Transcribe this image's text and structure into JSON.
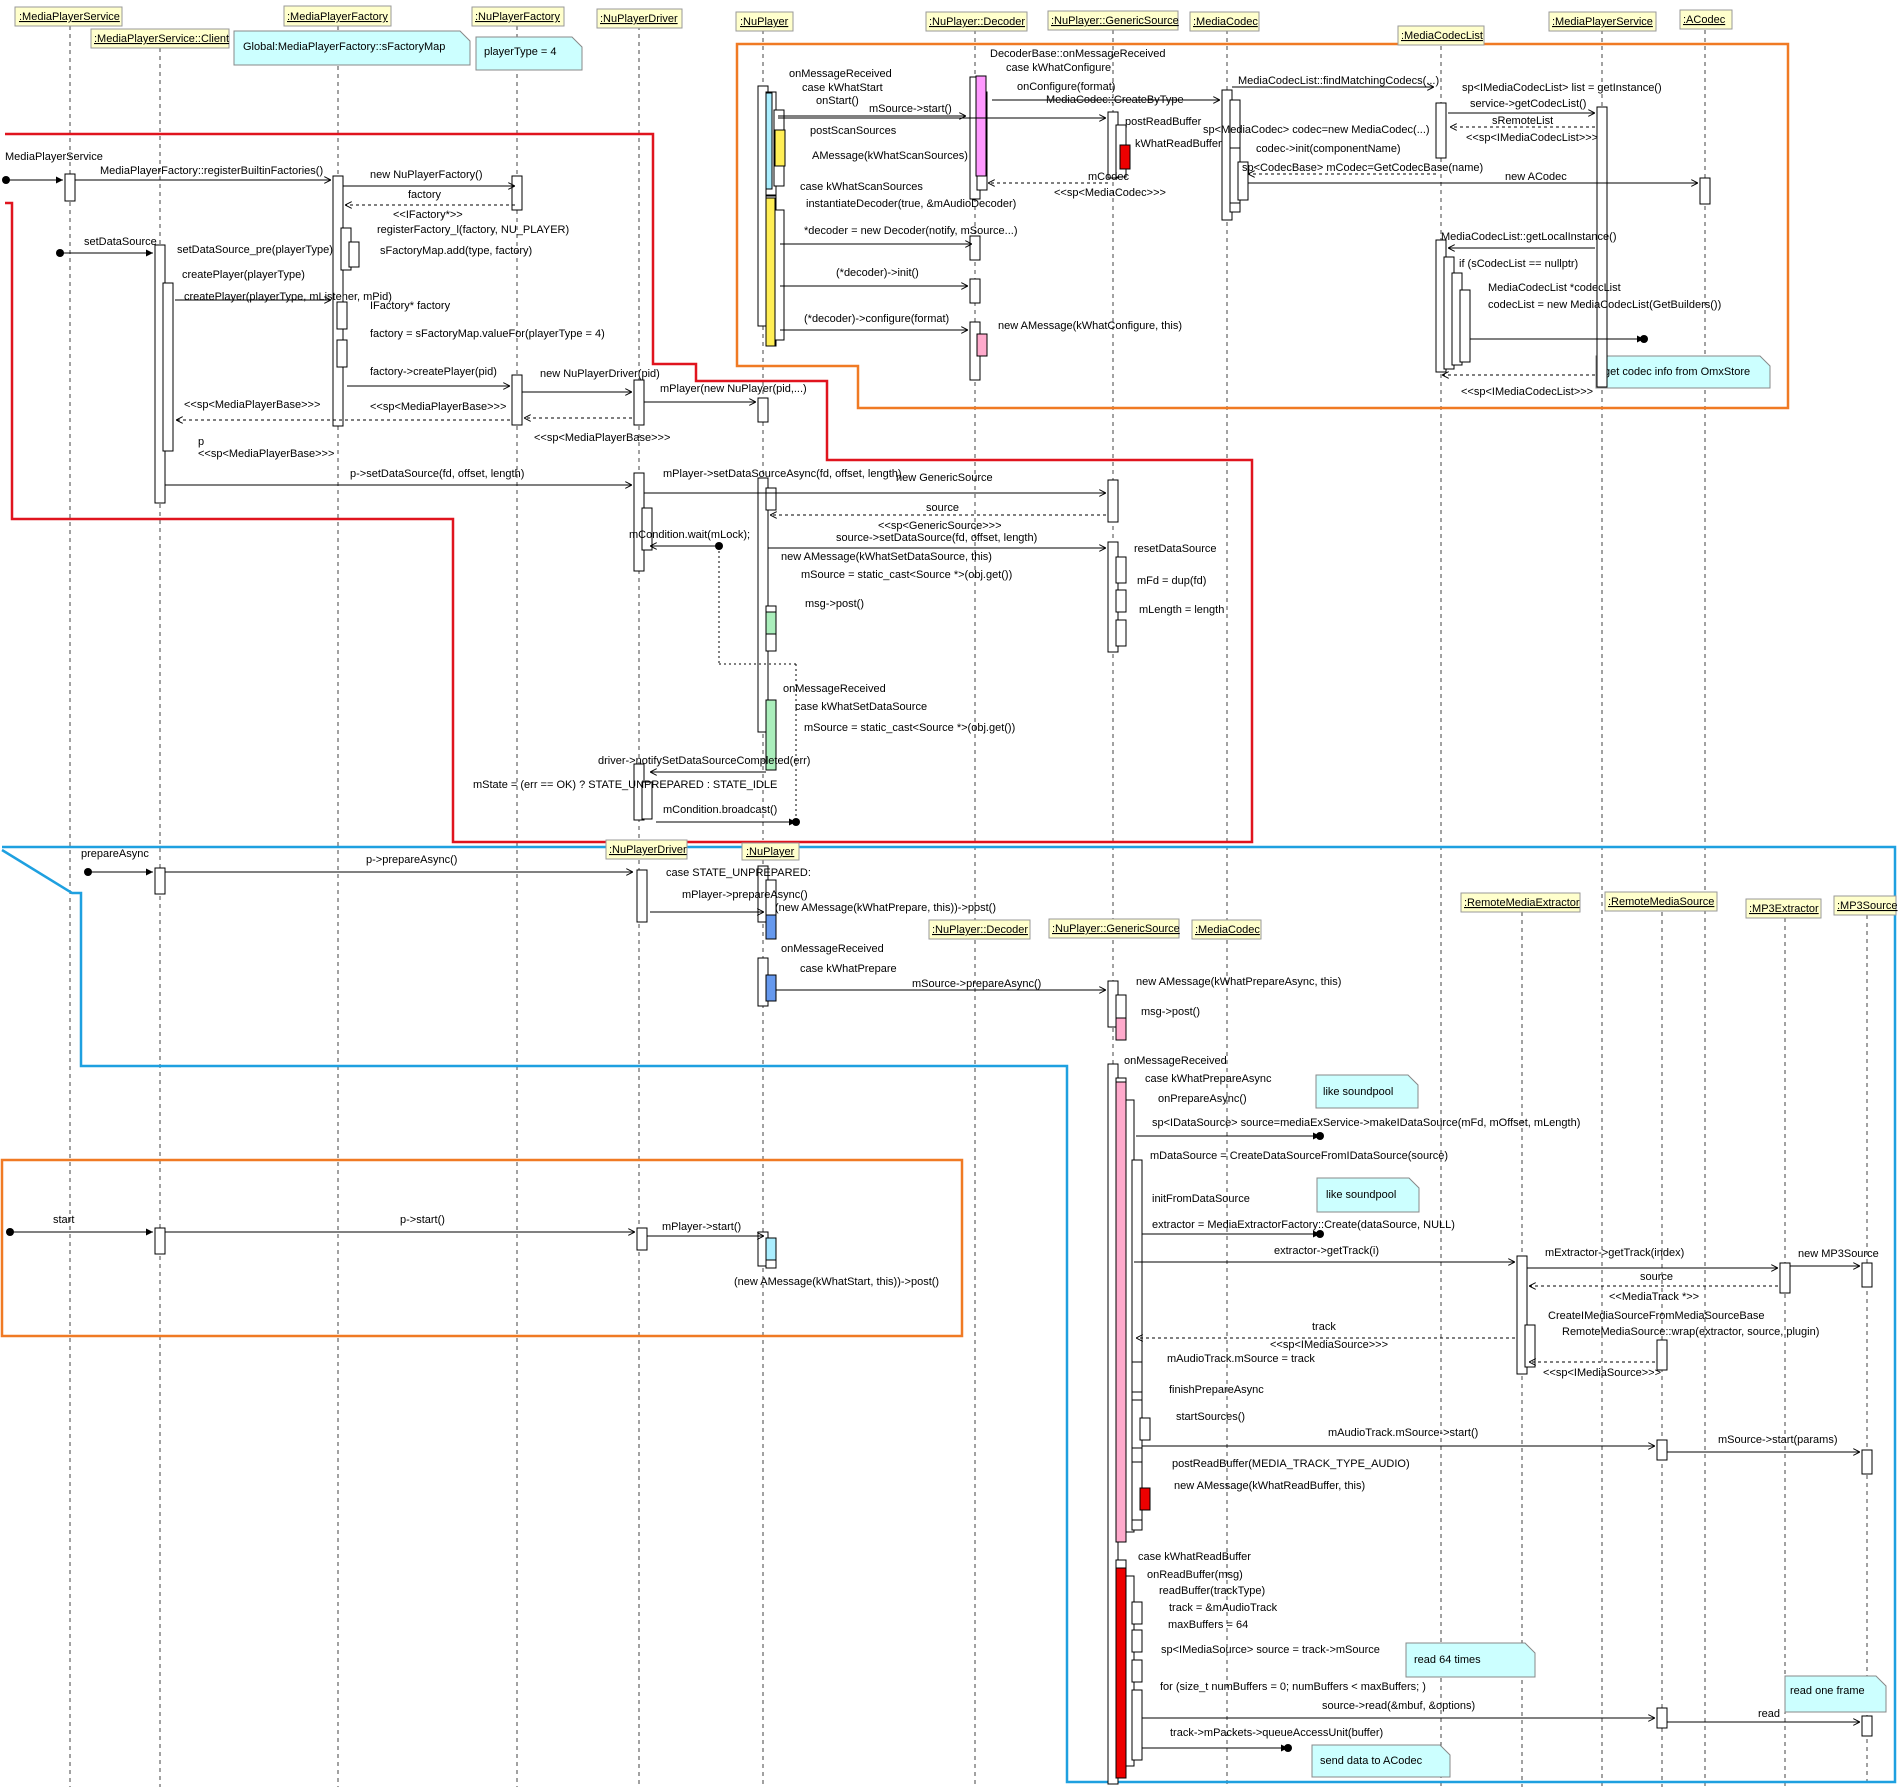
{
  "participants": [
    {
      "label": ":MediaPlayerService"
    },
    {
      "label": ":MediaPlayerService::Client"
    },
    {
      "label": ":MediaPlayerFactory"
    },
    {
      "label": ":NuPlayerFactory"
    },
    {
      "label": ":NuPlayerDriver"
    },
    {
      "label": ":NuPlayer"
    },
    {
      "label": ":NuPlayer::Decoder"
    },
    {
      "label": ":NuPlayer::GenericSource"
    },
    {
      "label": ":MediaCodec"
    },
    {
      "label": ":MediaCodecList"
    },
    {
      "label": ":MediaPlayerService"
    },
    {
      "label": ":ACodec"
    },
    {
      "label": ":NuPlayerDriver"
    },
    {
      "label": ":NuPlayer"
    },
    {
      "label": ":NuPlayer::Decoder"
    },
    {
      "label": ":NuPlayer::GenericSource"
    },
    {
      "label": ":MediaCodec"
    },
    {
      "label": ":RemoteMediaExtractor"
    },
    {
      "label": ":RemoteMediaSource"
    },
    {
      "label": ":MP3Extractor"
    },
    {
      "label": ":MP3Source"
    }
  ],
  "notes": [
    {
      "text": "Global:MediaPlayerFactory::sFactoryMap"
    },
    {
      "text": "playerType = 4"
    },
    {
      "text": "get codec info from OmxStore"
    },
    {
      "text": "like soundpool"
    },
    {
      "text": "like soundpool"
    },
    {
      "text": "read 64 times"
    },
    {
      "text": "read one frame"
    },
    {
      "text": "send data to ACodec"
    }
  ],
  "labels": [
    "MediaPlayerService",
    "MediaPlayerFactory::registerBuiltinFactories()",
    "new NuPlayerFactory()",
    "factory",
    "<<IFactory*>>",
    "registerFactory_l(factory, NU_PLAYER)",
    "sFactoryMap.add(type, factory)",
    "setDataSource",
    "setDataSource_pre(playerType)",
    "createPlayer(playerType)",
    "createPlayer(playerType, mListener, mPid)",
    "IFactory* factory",
    "factory = sFactoryMap.valueFor(playerType = 4)",
    "factory->createPlayer(pid)",
    "new NuPlayerDriver(pid)",
    "mPlayer(new NuPlayer(pid,...)",
    "<<sp<MediaPlayerBase>>>",
    "<<sp<MediaPlayerBase>>>",
    "<<sp<MediaPlayerBase>>>",
    "p",
    "<<sp<MediaPlayerBase>>>",
    "p->setDataSource(fd, offset, length)",
    "mPlayer->setDataSourceAsync(fd, offset, length)",
    "new GenericSource",
    "source",
    "<<sp<GenericSource>>>",
    "source->setDataSource(fd, offset, length)",
    "mCondition.wait(mLock);",
    "resetDataSource",
    "new AMessage(kWhatSetDataSource, this)",
    "mSource = static_cast<Source *>(obj.get())",
    "mFd = dup(fd)",
    "msg->post()",
    "mLength = length",
    "onMessageReceived",
    "case kWhatSetDataSource",
    "mSource = static_cast<Source *>(obj.get())",
    "driver->notifySetDataSourceCompleted(err)",
    "mState = (err == OK) ? STATE_UNPREPARED : STATE_IDLE",
    "mCondition.broadcast()",
    "onMessageReceived",
    "case kWhatStart",
    "onStart()",
    "mSource->start()",
    "postScanSources",
    "AMessage(kWhatScanSources)",
    "case kWhatScanSources",
    "instantiateDecoder(true, &mAudioDecoder)",
    "*decoder = new Decoder(notify, mSource...)",
    "(*decoder)->init()",
    "(*decoder)->configure(format)",
    "new AMessage(kWhatConfigure, this)",
    "DecoderBase::onMessageReceived",
    "case kWhatConfigure",
    "onConfigure(format)",
    "MediaCodec::CreateByType",
    "postReadBuffer",
    "kWhatReadBuffer",
    "mCodec",
    "<<sp<MediaCodec>>>",
    "MediaCodecList::findMatchingCodecs(...)",
    "sp<MediaCodec> codec=new MediaCodec(...)",
    "codec->init(componentName)",
    "sp<CodecBase> mCodec=GetCodecBase(name)",
    "new ACodec",
    "sp<IMediaCodecList> list = getInstance()",
    "service->getCodecList()",
    "sRemoteList",
    "<<sp<IMediaCodecList>>>",
    "MediaCodecList::getLocalInstance()",
    "if (sCodecList == nullptr)",
    "MediaCodecList *codecList",
    "codecList = new MediaCodecList(GetBuilders())",
    "<<sp<IMediaCodecList>>>",
    "prepareAsync",
    "p->prepareAsync()",
    "case STATE_UNPREPARED:",
    "mPlayer->prepareAsync()",
    "(new AMessage(kWhatPrepare, this))->post()",
    "onMessageReceived",
    "case kWhatPrepare",
    "mSource->prepareAsync()",
    "new AMessage(kWhatPrepareAsync, this)",
    "msg->post()",
    "onMessageReceived",
    "case kWhatPrepareAsync",
    "onPrepareAsync()",
    "sp<IDataSource> source=mediaExService->makeIDataSource(mFd, mOffset, mLength)",
    "mDataSource = CreateDataSourceFromIDataSource(source)",
    "initFromDataSource",
    "extractor = MediaExtractorFactory::Create(dataSource, NULL)",
    "extractor->getTrack(i)",
    "mExtractor->getTrack(index)",
    "new MP3Source",
    "source",
    "<<MediaTrack *>>",
    "CreateIMediaSourceFromMediaSourceBase",
    "RemoteMediaSource::wrap(extractor, source, plugin)",
    "track",
    "<<sp<IMediaSource>>>",
    "<<sp<IMediaSource>>>",
    "mAudioTrack.mSource = track",
    "finishPrepareAsync",
    "startSources()",
    "mAudioTrack.mSource->start()",
    "mSource->start(params)",
    "postReadBuffer(MEDIA_TRACK_TYPE_AUDIO)",
    "new AMessage(kWhatReadBuffer, this)",
    "case kWhatReadBuffer",
    "onReadBuffer(msg)",
    "readBuffer(trackType)",
    "track = &mAudioTrack",
    "maxBuffers = 64",
    "sp<IMediaSource> source = track->mSource",
    "for (size_t numBuffers = 0; numBuffers < maxBuffers; )",
    "source->read(&mbuf, &options)",
    "read",
    "track->mPackets->queueAccessUnit(buffer)",
    "start",
    "p->start()",
    "mPlayer->start()",
    "(new AMessage(kWhatStart, this))->post()"
  ],
  "colors": {
    "red_frame": "#e0141e",
    "orange_frame": "#f07a24",
    "blue_frame": "#1ea0e0",
    "header_fill": "#ffffcc",
    "note_fill": "#ccffff",
    "activation_fill": "#ffffff",
    "yellow_act": "#ffee55",
    "cyan_act": "#aaeeff",
    "green_act": "#aaeebb",
    "blue_act": "#6699ee",
    "pink_act": "#ffaacc",
    "magenta_act": "#ff99ff",
    "red_act": "#ee0000"
  }
}
